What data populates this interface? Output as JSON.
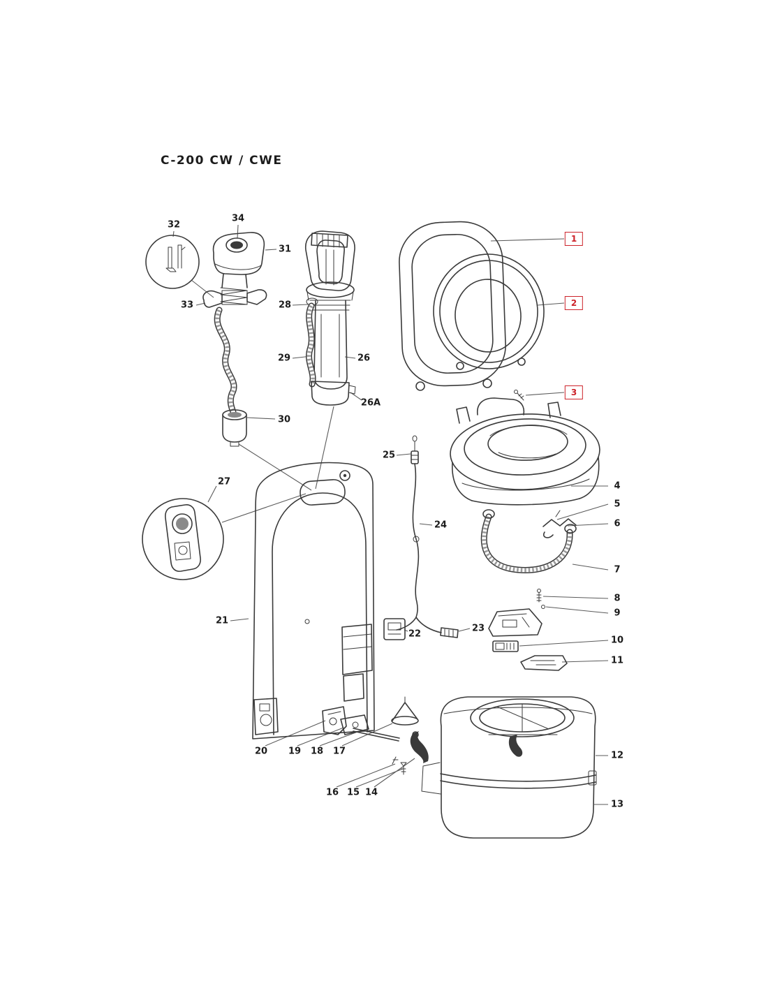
{
  "title": "C-200 CW / CWE",
  "colors": {
    "accent": "#cc2229",
    "line": "#3a3a3a",
    "background": "#ffffff"
  },
  "boxed_labels": [
    {
      "id": "1"
    },
    {
      "id": "2"
    },
    {
      "id": "3"
    }
  ],
  "labels": [
    {
      "id": "32"
    },
    {
      "id": "34"
    },
    {
      "id": "31"
    },
    {
      "id": "33"
    },
    {
      "id": "28"
    },
    {
      "id": "29"
    },
    {
      "id": "26"
    },
    {
      "id": "26A"
    },
    {
      "id": "30"
    },
    {
      "id": "27"
    },
    {
      "id": "25"
    },
    {
      "id": "24"
    },
    {
      "id": "21"
    },
    {
      "id": "22"
    },
    {
      "id": "23"
    },
    {
      "id": "20"
    },
    {
      "id": "19"
    },
    {
      "id": "18"
    },
    {
      "id": "17"
    },
    {
      "id": "16"
    },
    {
      "id": "15"
    },
    {
      "id": "14"
    },
    {
      "id": "4"
    },
    {
      "id": "5"
    },
    {
      "id": "6"
    },
    {
      "id": "7"
    },
    {
      "id": "8"
    },
    {
      "id": "9"
    },
    {
      "id": "10"
    },
    {
      "id": "11"
    },
    {
      "id": "12"
    },
    {
      "id": "13"
    }
  ]
}
